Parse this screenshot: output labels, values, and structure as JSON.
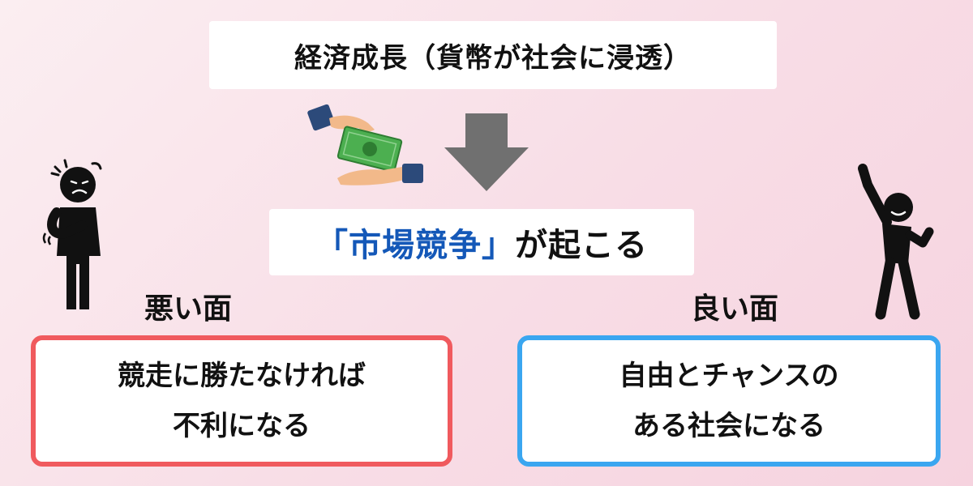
{
  "top": {
    "title": "経済成長（貨幣が社会に浸透）"
  },
  "middle": {
    "highlight": "「市場競争」",
    "rest": "が起こる"
  },
  "bad": {
    "label": "悪い面",
    "line1": "競走に勝たなければ",
    "line2": "不利になる",
    "border_color": "#f05a5e"
  },
  "good": {
    "label": "良い面",
    "line1": "自由とチャンスの",
    "line2": "ある社会になる",
    "border_color": "#3aa6f0"
  },
  "colors": {
    "accent_blue_text": "#1458b8",
    "arrow": "#707070",
    "money": "#4caf50",
    "figure": "#111111"
  },
  "icons": [
    "money-exchange-icon",
    "down-arrow-icon",
    "worried-person-icon",
    "cheering-person-icon"
  ]
}
